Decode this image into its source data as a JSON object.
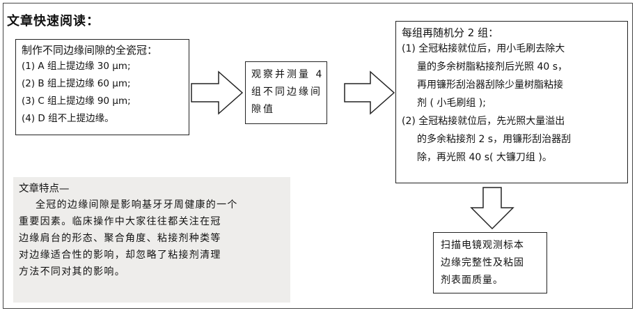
{
  "title": "文章快速阅读：",
  "box_a": {
    "heading": "制作不同边缘间隙的全瓷冠：",
    "items": [
      "(1) A 组上提边缘 30 μm;",
      "(2) B 组上提边缘 60 μm;",
      "(3) C 组上提边缘 90 μm;",
      "(4) D 组不上提边缘。"
    ]
  },
  "box_b": {
    "lines": [
      "观察并测量 4",
      "组不同边缘间",
      "隙值"
    ]
  },
  "box_c": {
    "heading": "每组再随机分 2 组：",
    "item1": [
      "(1) 全冠粘接就位后，用小毛刷去除大",
      "量的多余树脂粘接剂后光照 40 s，",
      "再用镰形刮治器刮除少量树脂粘接",
      "剂 ( 小毛刷组 );"
    ],
    "item2": [
      "(2) 全冠粘接就位后，先光照大量溢出",
      "的多余粘接剂 2 s，用镰形刮治器刮",
      "除，再光照 40 s( 大镰刀组 )。"
    ]
  },
  "box_d": {
    "lines": [
      "扫描电镜观测标本",
      "边缘完整性及粘固",
      "剂表面质量。"
    ]
  },
  "feature": {
    "heading": "文章特点—",
    "lines": [
      "全冠的边缘间隙是影响基牙牙周健康的一个",
      "重要因素。临床操作中大家往往都关注在冠",
      "边缘肩台的形态、聚合角度、粘接剂种类等",
      "对边缘适合性的影响，却忽略了粘接剂清理",
      "方法不同对其的影响。"
    ]
  }
}
